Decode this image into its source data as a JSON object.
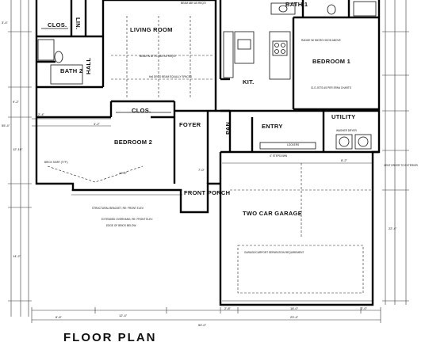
{
  "rooms": {
    "clos_top": "CLOS.",
    "lin": "LIN.",
    "living_room": "LIVING ROOM",
    "bath1": "BATH 1",
    "bath2": "BATH 2",
    "hall": "HALL",
    "kit": "KIT.",
    "bedroom1": "BEDROOM 1",
    "clos_mid": "CLOS.",
    "foyer": "FOYER",
    "pan": "PAN.",
    "entry": "ENTRY",
    "utility": "UTILITY",
    "bedroom2": "BEDROOM 2",
    "front_porch": "FRONT PORCH",
    "garage": "TWO CAR GARAGE"
  },
  "notes": {
    "beam_abv": "BEAM ABV AS REQ'D",
    "range": "RANGE W/ MICRO HOOD ABOVE",
    "span_charts": "CLG JSTS AS PER SPAN CHARTS",
    "attic": "BEAM IN ATTIC ABV AS REQ'D",
    "equal": "6x6 DECO BEAM EQUALLY SPACED",
    "lockers": "LOCKERS",
    "washer_dryer": "WASHER DRYER",
    "stepdown": "4\" STEPDOWN",
    "separation_title": "GARAGE/CARPORT SEPARATION REQUIREMENT",
    "structural": "STRUCTURAL BRACKET, RE: FRONT ELEV.",
    "overhang": "EXTENDED OVERHANG, RE: FRONT ELEV.",
    "brick": "EDGE OF BRICK BELOW",
    "brick_skirt": "BRICK SKIRT (TYP.)",
    "vent": "VENT DRYER TO EXTERIOR"
  },
  "dims": {
    "d1": "3'-4\"",
    "d2": "2'-4\"",
    "d3": "4'-2\"",
    "d4": "7'-0\"",
    "d5": "8'-2\"",
    "d6": "12'-4\"",
    "d7": "19'-2\"",
    "d8": "2'-8\"",
    "d9": "18'-0\"",
    "d10": "23'-4\"",
    "d11": "50'-0\"",
    "d12": "6'-6\"",
    "d13": "14'-2\"",
    "d14": "22'-4\"",
    "d15": "9'-2\"",
    "d16": "55'-4\"",
    "d17": "12'-10\"",
    "d18": "2'-0\""
  },
  "title": "FLOOR PLAN"
}
